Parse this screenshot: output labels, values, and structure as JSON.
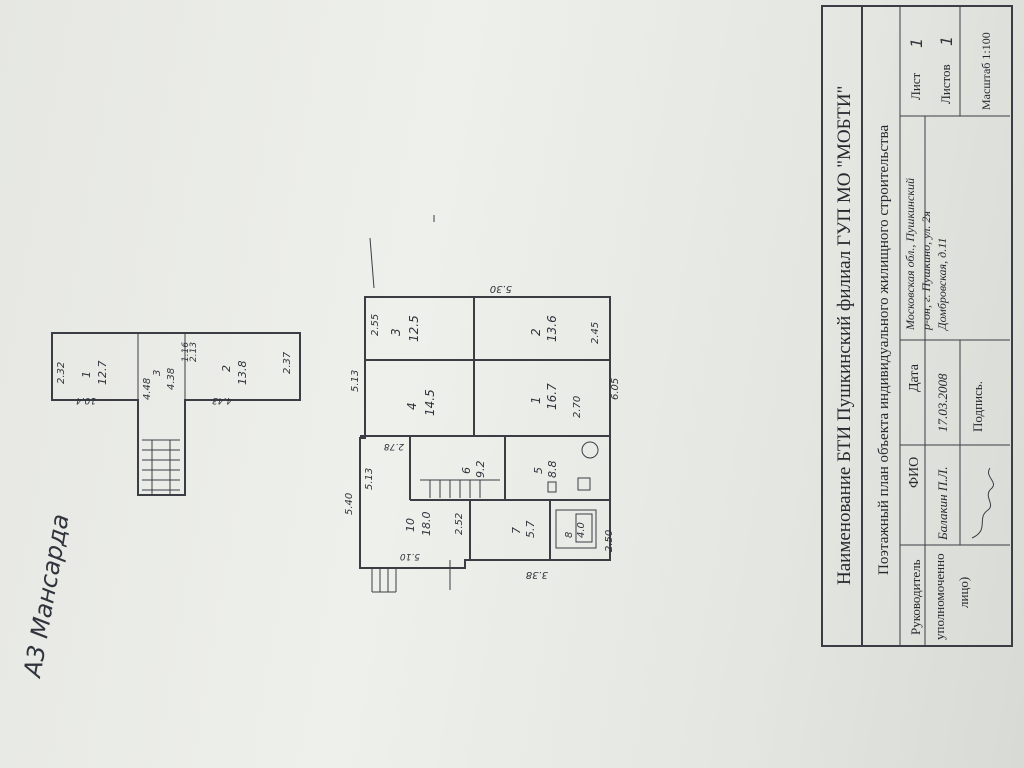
{
  "note_left": "А3 Мансарда",
  "stamp": {
    "org_name": "Наименование БТИ Пушкинский филиал ГУП МО \"МОБТИ\"",
    "plan_title": "Поэтажный план объекта индивидуального жилищного строительства",
    "col_head_fio": "ФИО",
    "col_head_date": "Дата",
    "role": [
      "Руководитель",
      "уполномоченно",
      "лицо)"
    ],
    "fio_value": "Балакин П.Л.",
    "date_value": "17.03.2008",
    "signature_label": "Подпись.",
    "address_lines": [
      "Московская обл., Пушкинский",
      "р-он, г. Пушкино, ул. 2я",
      "Домбровская, д.11"
    ],
    "sheet_label": "Лист",
    "sheet_value": "1",
    "sheets_label": "Листов",
    "sheets_value": "1",
    "scale": "Масштаб 1:100"
  },
  "attic_plan": {
    "rooms": [
      {
        "num": "1",
        "area": "12.7"
      },
      {
        "num": "2",
        "area": "13.8"
      },
      {
        "num": "3",
        "area": "4.38"
      }
    ],
    "dims": [
      "2.32",
      "2.37",
      "4.48",
      "2.13",
      "1.16",
      "10.4",
      "4.43"
    ]
  },
  "ground_plan": {
    "rooms": [
      {
        "num": "1",
        "area": "16.7"
      },
      {
        "num": "2",
        "area": "13.6"
      },
      {
        "num": "3",
        "area": "12.5"
      },
      {
        "num": "4",
        "area": "14.5"
      },
      {
        "num": "5",
        "area": "8.8"
      },
      {
        "num": "6",
        "area": "9.2"
      },
      {
        "num": "7",
        "area": "5.7"
      },
      {
        "num": "8",
        "area": "4.0"
      },
      {
        "num": "10",
        "area": "18.0"
      }
    ],
    "dims": [
      "5.30",
      "2.55",
      "2.45",
      "6.05",
      "2.70",
      "5.40",
      "2.52",
      "5.13",
      "2.50",
      "3.38",
      "2.78",
      "5.10",
      "5.13"
    ]
  }
}
